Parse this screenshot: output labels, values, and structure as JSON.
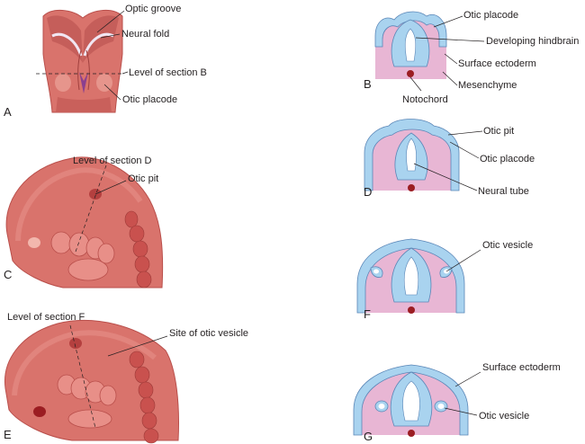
{
  "panels": {
    "A": {
      "letter": "A",
      "labels": [
        "Optic groove",
        "Neural fold",
        "Level of section B",
        "Otic placode"
      ]
    },
    "B": {
      "letter": "B",
      "labels": [
        "Otic placode",
        "Developing hindbrain",
        "Surface ectoderm",
        "Mesenchyme",
        "Notochord"
      ]
    },
    "C": {
      "letter": "C",
      "labels": [
        "Level of section D",
        "Otic pit"
      ]
    },
    "D": {
      "letter": "D",
      "labels": [
        "Otic pit",
        "Otic placode",
        "Neural tube"
      ]
    },
    "E": {
      "letter": "E",
      "labels": [
        "Level of section F",
        "Site of otic vesicle"
      ]
    },
    "F": {
      "letter": "F",
      "labels": [
        "Otic vesicle"
      ]
    },
    "G": {
      "letter": "G",
      "labels": [
        "Surface ectoderm",
        "Otic vesicle"
      ]
    }
  },
  "colors": {
    "embryo": "#d9736c",
    "embryo_dark": "#b94f4b",
    "ectoderm_blue": "#a9d3ef",
    "ectoderm_line": "#5a86b7",
    "mesenchyme_pink": "#e8b6d4",
    "notochord": "#9b1d22"
  }
}
